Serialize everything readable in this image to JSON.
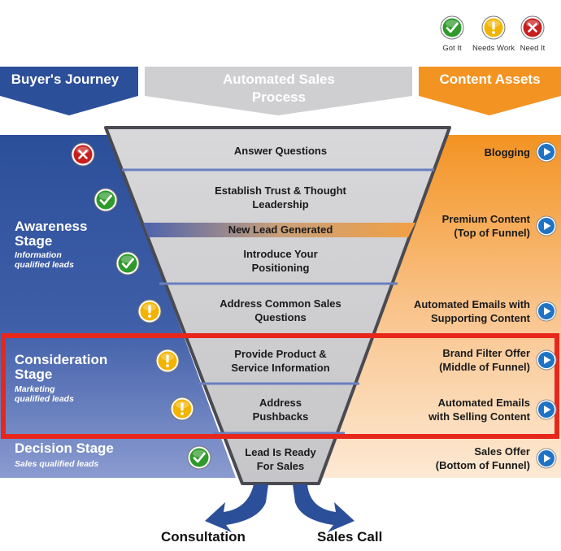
{
  "legend": [
    {
      "label": "Got It",
      "status": "got",
      "color": "#2f9a2b",
      "icon": "check-icon"
    },
    {
      "label": "Needs Work",
      "status": "needs",
      "color": "#f2b400",
      "icon": "exclamation-icon"
    },
    {
      "label": "Need It",
      "status": "need",
      "color": "#c81e1e",
      "icon": "x-icon"
    }
  ],
  "headers": {
    "left": "Buyer's Journey",
    "middle_line1": "Automated Sales",
    "middle_line2": "Process",
    "right": "Content Assets"
  },
  "stages": [
    {
      "title": "Awareness",
      "title2": "Stage",
      "sub1": "Information",
      "sub2": "qualified leads"
    },
    {
      "title": "Consideration",
      "title2": "Stage",
      "sub1": "Marketing",
      "sub2": "qualified leads"
    },
    {
      "title": "Decision Stage",
      "title2": "",
      "sub1": "Sales qualified leads",
      "sub2": ""
    }
  ],
  "steps": [
    {
      "line1": "Answer Questions",
      "line2": "",
      "status": "need",
      "icon": "x-icon"
    },
    {
      "line1": "Establish Trust & Thought",
      "line2": "Leadership",
      "status": "got",
      "icon": "check-icon"
    },
    {
      "line1": "New Lead Generated",
      "line2": ""
    },
    {
      "line1": "Introduce Your",
      "line2": "Positioning",
      "status": "got",
      "icon": "check-icon"
    },
    {
      "line1": "Address Common Sales",
      "line2": "Questions",
      "status": "needs",
      "icon": "exclamation-icon"
    },
    {
      "line1": "Provide Product &",
      "line2": "Service Information",
      "status": "needs",
      "icon": "exclamation-icon"
    },
    {
      "line1": "Address",
      "line2": "Pushbacks",
      "status": "needs",
      "icon": "exclamation-icon"
    },
    {
      "line1": "Lead Is Ready",
      "line2": "For Sales",
      "status": "got",
      "icon": "check-icon"
    }
  ],
  "assets": [
    {
      "line1": "Blogging",
      "line2": ""
    },
    {
      "line1": "Premium Content",
      "line2": "(Top of Funnel)"
    },
    {
      "line1": "Automated Emails with",
      "line2": "Supporting Content"
    },
    {
      "line1": "Brand Filter Offer",
      "line2": "(Middle of Funnel)"
    },
    {
      "line1": "Automated Emails",
      "line2": "with Selling Content"
    },
    {
      "line1": "Sales Offer",
      "line2": "(Bottom of Funnel)"
    }
  ],
  "outcomes": {
    "left": "Consultation",
    "right": "Sales Call"
  },
  "colors": {
    "blue": "#2c4f9a",
    "orange": "#f39322",
    "gray": "#c9c9cc",
    "highlight": "#e8271c",
    "play": "#1f73c4"
  }
}
